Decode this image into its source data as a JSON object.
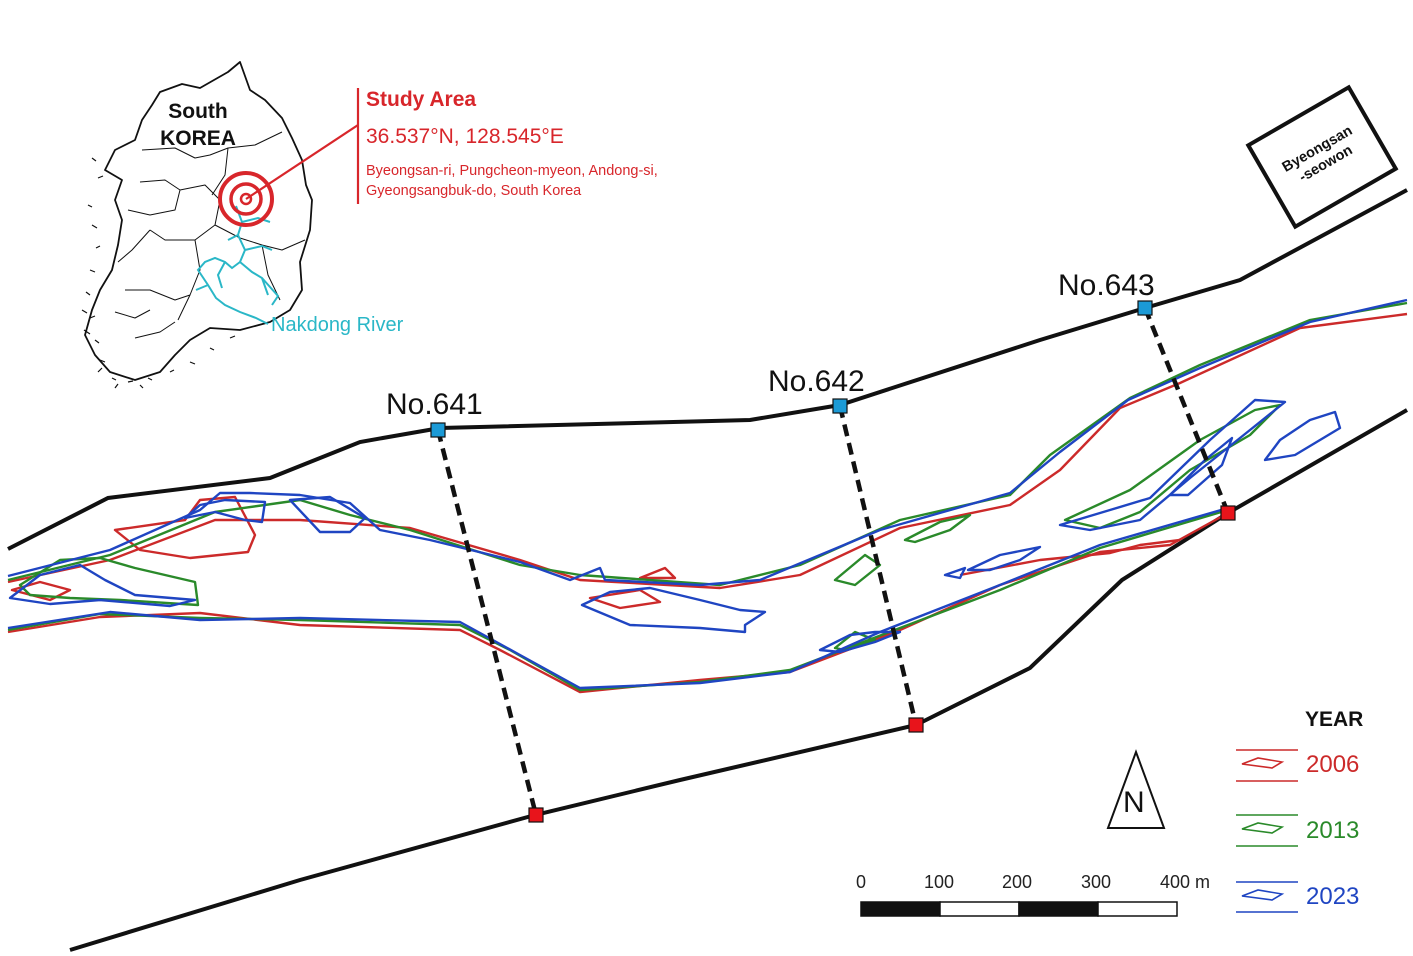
{
  "inset": {
    "country_label_line1": "South",
    "country_label_line2": "KOREA",
    "river_label": "Nakdong River",
    "river_color": "#2ab7c7",
    "target_color": "#d8262b"
  },
  "study_area": {
    "title": "Study Area",
    "coordinates": "36.537°N, 128.545°E",
    "address_line1": "Byeongsan-ri, Pungcheon-myeon, Andong-si,",
    "address_line2": "Gyeongsangbuk-do, South Korea",
    "color": "#d8262b"
  },
  "landmark": {
    "line1": "Byeongsan",
    "line2": "-seowon"
  },
  "cross_sections": [
    {
      "label": "No.641"
    },
    {
      "label": "No.642"
    },
    {
      "label": "No.643"
    }
  ],
  "marker_colors": {
    "left_bank": "#1b9ad6",
    "right_bank": "#e8141b"
  },
  "legend": {
    "title": "YEAR",
    "items": [
      {
        "label": "2006",
        "color": "#cc2a2a"
      },
      {
        "label": "2013",
        "color": "#2a8a2a"
      },
      {
        "label": "2023",
        "color": "#1f45c2"
      }
    ]
  },
  "north_arrow": {
    "label": "N"
  },
  "scale_bar": {
    "ticks": [
      "0",
      "100",
      "200",
      "300",
      "400 m"
    ]
  }
}
